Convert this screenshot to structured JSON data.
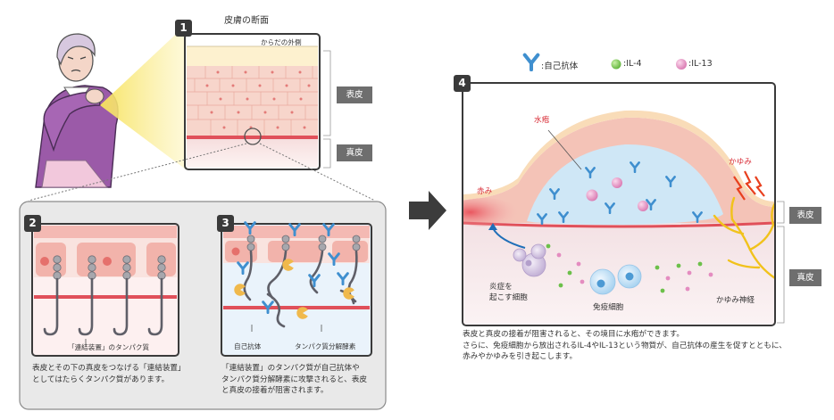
{
  "panel1": {
    "number": "1",
    "title": "皮膚の断面",
    "outer_label": "からだの外側",
    "epidermis_label": "表皮",
    "dermis_label": "真皮"
  },
  "panel2": {
    "number": "2",
    "protein_label": "「連結装置」のタンパク質",
    "caption_line1": "表皮とその下の真皮をつなげる「連結装置」",
    "caption_line2": "としてはたらくタンパク質があります。"
  },
  "panel3": {
    "number": "3",
    "autoantibody_label": "自己抗体",
    "enzyme_label": "タンパク質分解酵素",
    "caption_line1": "「連結装置」のタンパク質が自己抗体や",
    "caption_line2": "タンパク質分解酵素に攻撃されると、表皮",
    "caption_line3": "と真皮の接着が阻害されます。"
  },
  "legend": {
    "autoantibody": ":自己抗体",
    "il4": ":IL-4",
    "il13": ":IL-13"
  },
  "panel4": {
    "number": "4",
    "blister": "水疱",
    "redness": "赤み",
    "itch": "かゆみ",
    "inflammatory_cells_line1": "炎症を",
    "inflammatory_cells_line2": "起こす細胞",
    "immune_cells": "免疫細胞",
    "itch_nerve": "かゆみ神経",
    "epidermis_label": "表皮",
    "dermis_label": "真皮",
    "caption_line1": "表皮と真皮の接着が阻害されると、その境目に水疱ができます。",
    "caption_line2": "さらに、免疫細胞から放出されるIL-4やIL-13という物質が、自己抗体の産生を促すとともに、",
    "caption_line3": "赤みやかゆみを引き起こします。"
  },
  "colors": {
    "frame": "#3a3a3a",
    "label_box": "#6e6e6e",
    "skin_pink": "#f4c9c0",
    "cell_fill": "#f8d9d2",
    "blister_blue": "#cfe7f6",
    "antibody_blue": "#3f8fcf",
    "il4_green": "#6cc04a",
    "il13_pink": "#e48cc0",
    "nerve_yellow": "#f1c21b",
    "redness_red": "#e0505a",
    "arrow_dark": "#3c3c3c"
  }
}
